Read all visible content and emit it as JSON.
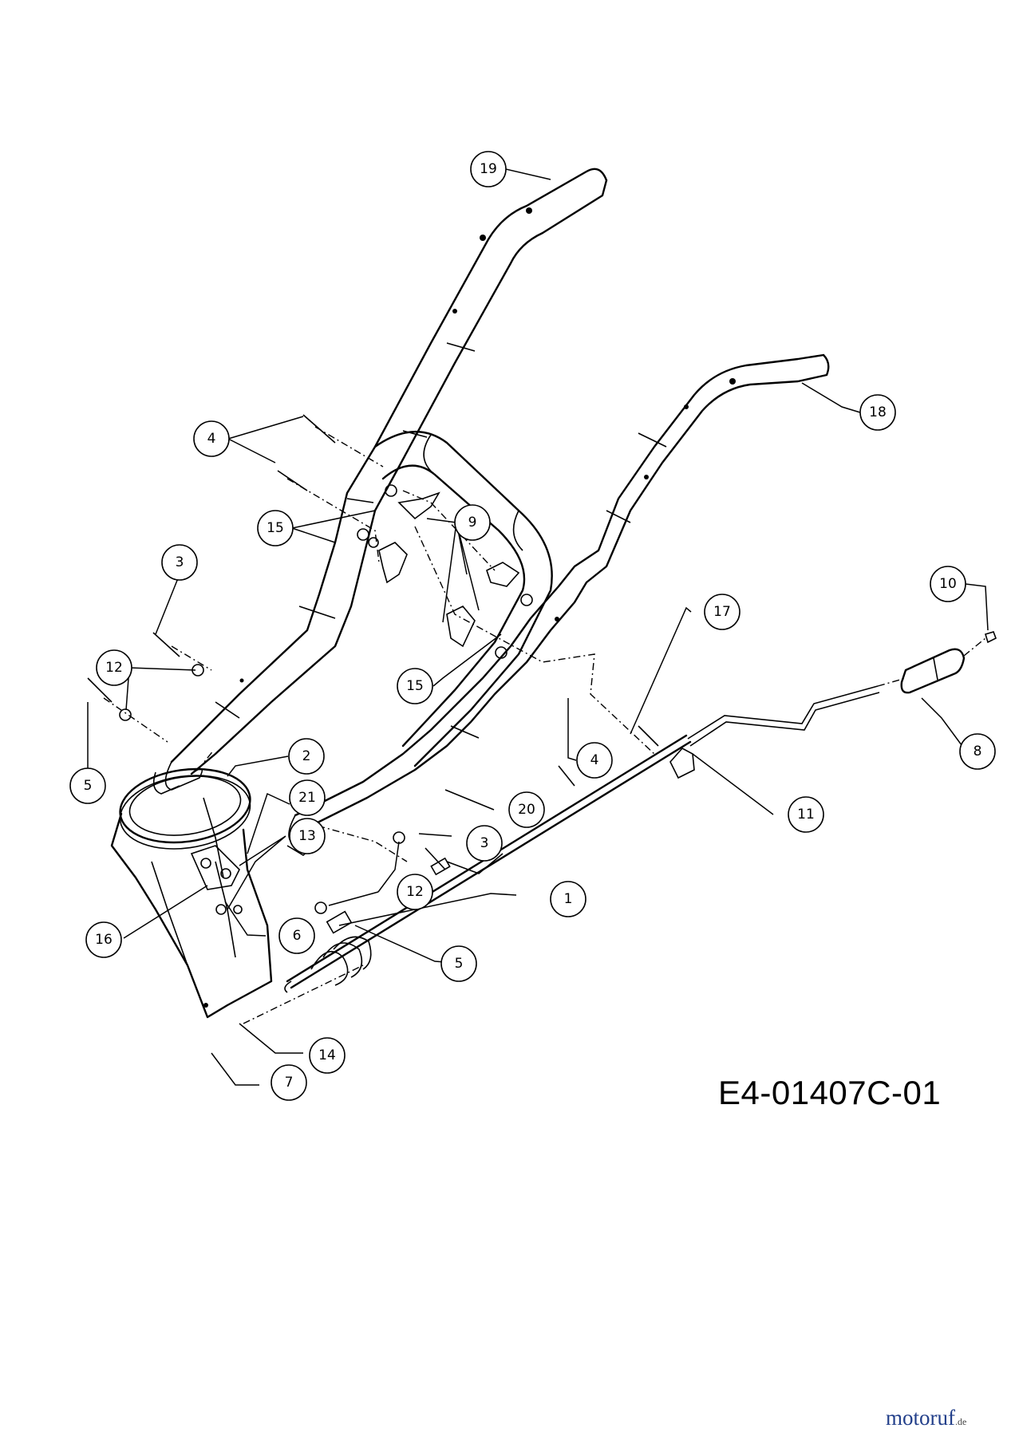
{
  "drawing_code": "E4-01407C-01",
  "watermark": {
    "brand": "motoruf",
    "tld": ".de",
    "brand_color": "#223f8a"
  },
  "callouts": [
    {
      "id": "c19",
      "label": "19"
    },
    {
      "id": "c18",
      "label": "18"
    },
    {
      "id": "c4a",
      "label": "4"
    },
    {
      "id": "c15a",
      "label": "15"
    },
    {
      "id": "c9",
      "label": "9"
    },
    {
      "id": "c3a",
      "label": "3"
    },
    {
      "id": "c10",
      "label": "10"
    },
    {
      "id": "c17",
      "label": "17"
    },
    {
      "id": "c12a",
      "label": "12"
    },
    {
      "id": "c15b",
      "label": "15"
    },
    {
      "id": "c4b",
      "label": "4"
    },
    {
      "id": "c8",
      "label": "8"
    },
    {
      "id": "c2",
      "label": "2"
    },
    {
      "id": "c5a",
      "label": "5"
    },
    {
      "id": "c21",
      "label": "21"
    },
    {
      "id": "c20",
      "label": "20"
    },
    {
      "id": "c11",
      "label": "11"
    },
    {
      "id": "c13",
      "label": "13"
    },
    {
      "id": "c3b",
      "label": "3"
    },
    {
      "id": "c12b",
      "label": "12"
    },
    {
      "id": "c1",
      "label": "1"
    },
    {
      "id": "c16",
      "label": "16"
    },
    {
      "id": "c6",
      "label": "6"
    },
    {
      "id": "c5b",
      "label": "5"
    },
    {
      "id": "c14",
      "label": "14"
    },
    {
      "id": "c7",
      "label": "7"
    }
  ]
}
